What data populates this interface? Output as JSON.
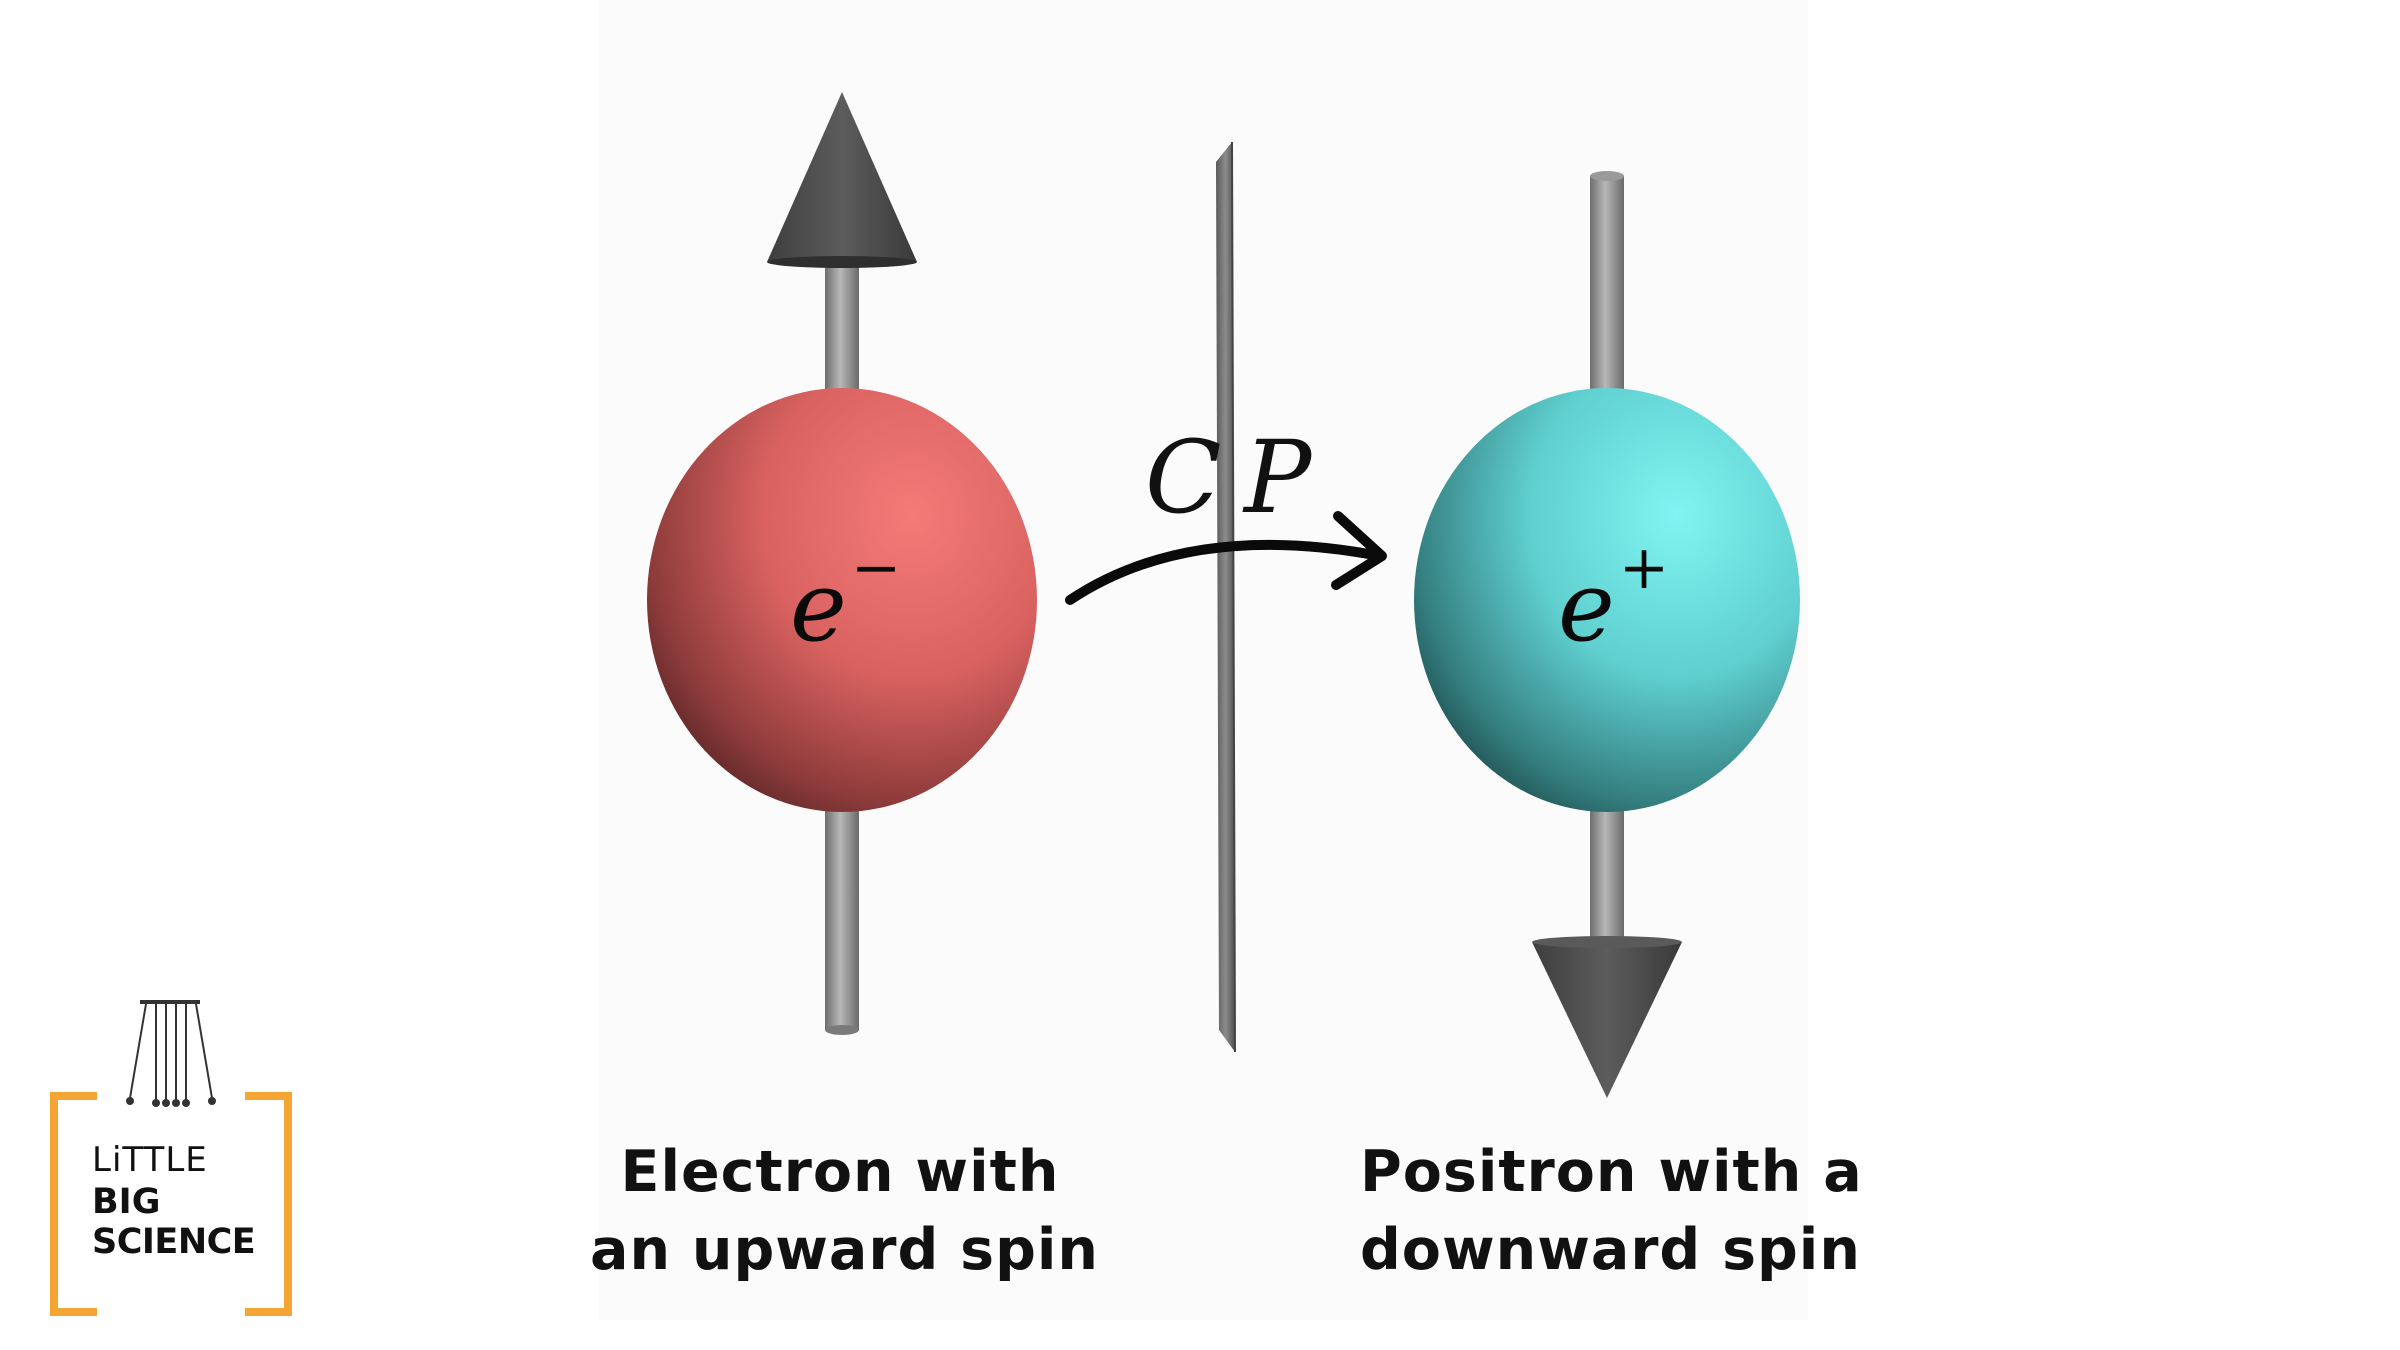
{
  "labels": {
    "electron_symbol": "e",
    "electron_charge": "−",
    "positron_symbol": "e",
    "positron_charge": "+",
    "operator_c": "C",
    "operator_p": "P"
  },
  "captions": {
    "left": [
      "Electron with",
      "an upward spin"
    ],
    "right": [
      "Positron with a",
      "downward spin"
    ]
  },
  "logo": {
    "line1": "LiTTLE",
    "line2": "BIG",
    "line3": "SCIENCE",
    "accent": "#f4a534"
  },
  "colors": {
    "electron": "#e56c6c",
    "positron": "#6fe6e6",
    "arrow": "#4d4d4d",
    "rod": "#8a8a8a",
    "mirror": "#666666"
  }
}
